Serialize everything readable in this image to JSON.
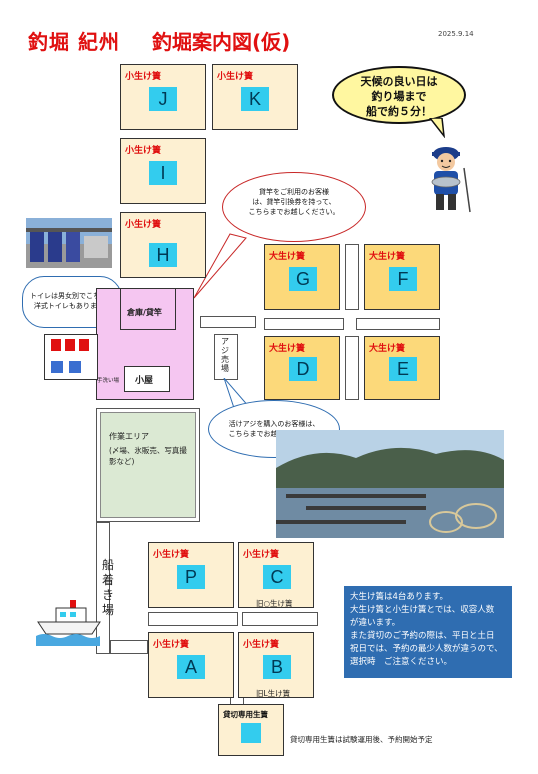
{
  "header": {
    "title": "釣堀 紀州",
    "subtitle": "釣堀案内図(仮)",
    "date": "2025.9.14"
  },
  "callout": {
    "line1": "天候の良い日は",
    "line2": "釣り場まで",
    "line3": "船で約５分！"
  },
  "cages": {
    "J": {
      "label": "小生け簀",
      "letter": "J"
    },
    "K": {
      "label": "小生け簀",
      "letter": "K"
    },
    "I": {
      "label": "小生け簀",
      "letter": "I"
    },
    "H": {
      "label": "小生け簀",
      "letter": "H"
    },
    "G": {
      "label": "大生け簀",
      "letter": "G"
    },
    "F": {
      "label": "大生け簀",
      "letter": "F"
    },
    "D": {
      "label": "大生け簀",
      "letter": "D"
    },
    "E": {
      "label": "大生け簀",
      "letter": "E"
    },
    "P": {
      "label": "小生け簀",
      "letter": "P"
    },
    "C": {
      "label": "小生け簀",
      "letter": "C",
      "note": "旧○生け簀"
    },
    "A": {
      "label": "小生け簀",
      "letter": "A"
    },
    "B": {
      "label": "小生け簀",
      "letter": "B",
      "note": "旧L生け簀"
    },
    "charter": {
      "label": "貸切専用生簀"
    }
  },
  "bubbles": {
    "rod": {
      "line1": "貸竿をご利用のお客様",
      "line2": "は、貸竿引換券を持って、",
      "line3": "こちらまでお越しください。"
    },
    "toilet": {
      "line1": "トイレは男女別でこちら。",
      "line2": "洋式トイレもあります。"
    },
    "aji": {
      "line1": "活けアジを購入のお客様は、",
      "line2": "こちらまでお越しください。"
    }
  },
  "facilities": {
    "storage": "倉庫/貸竿",
    "hut": "小屋",
    "handwash": "手洗い場",
    "aji_stand": "アジ売場",
    "work_area_title": "作業エリア",
    "work_area_desc": "(〆場、氷販売、写真撮影など)",
    "pier": "船着き場"
  },
  "info": {
    "line1": "大生け簀は4台あります。",
    "line2": "大生け簀と小生け簀とでは、収容人数",
    "line3": "が違います。",
    "line4": "また貸切のご予約の際は、平日と土日",
    "line5": "祝日では、予約の最少人数が違うので、",
    "line6": "選択時　ご注意ください。"
  },
  "footer_note": "貸切専用生簀は試験運用後、予約開始予定",
  "colors": {
    "title_red": "#e01010",
    "large_cage": "#fcd97a",
    "small_cage": "#fdf0d2",
    "letter_box": "#33ccee",
    "pink_building": "#f5c6f1",
    "work_area": "#dbe9d3",
    "info_blue": "#2f6db1",
    "callout_yellow": "#fff7a0"
  }
}
